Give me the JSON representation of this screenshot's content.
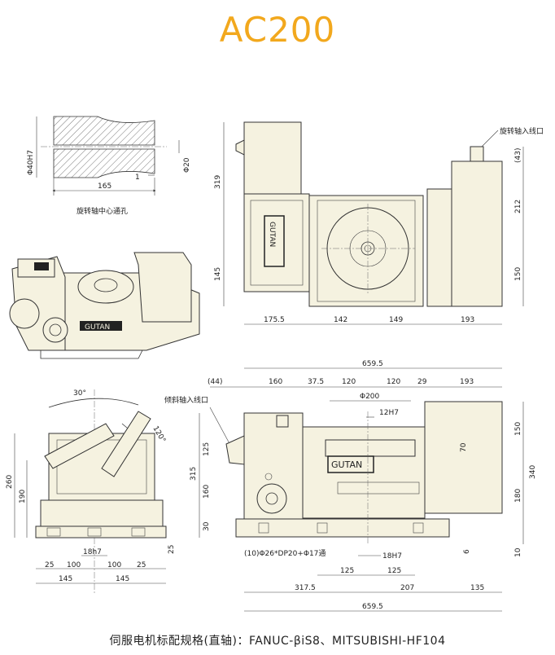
{
  "title": "AC200",
  "footer": "伺服电机标配规格(直轴)：FANUC-βiS8、MITSUBISHI-HF104",
  "bore": {
    "caption": "旋转轴中心通孔",
    "dims": {
      "len": "165",
      "small": "1",
      "d_left": "Φ40H7",
      "d_right": "Φ20"
    }
  },
  "top_view": {
    "label_cable": "旋转轴入线口",
    "dims": {
      "h319": "319",
      "h145": "145",
      "w175": "175.5",
      "w142": "142",
      "w149": "149",
      "w193": "193",
      "r43": "(43)",
      "r212": "212",
      "r150": "150"
    },
    "brand": "GUTAN"
  },
  "front_view": {
    "label_cable": "倾斜轴入线口",
    "hole_note": "(10)Φ26*DP20+Φ17通",
    "dims": {
      "total_top": "659.5",
      "t44": "(44)",
      "t160": "160",
      "t375": "37.5",
      "t120a": "120",
      "t120b": "120",
      "t29": "29",
      "t193": "193",
      "d200": "Φ200",
      "h12": "12H7",
      "h70": "70",
      "l125": "125",
      "l315": "315",
      "l160": "160",
      "l30": "30",
      "r150": "150",
      "r180": "180",
      "r340": "340",
      "r10": "10",
      "r6": "6",
      "b18": "18H7",
      "b125a": "125",
      "b125b": "125",
      "b3175": "317.5",
      "b207": "207",
      "b135": "135",
      "total_bot": "659.5"
    },
    "brand": "GUTAN"
  },
  "side_view": {
    "dims": {
      "a30": "30°",
      "a120": "120°",
      "h260": "260",
      "h190": "190",
      "b18": "18h7",
      "b25a": "25",
      "b100a": "100",
      "b100b": "100",
      "b25b": "25",
      "b145a": "145",
      "b145b": "145",
      "r25": "25"
    }
  },
  "colors": {
    "title": "#f2a81d",
    "body": "#f5f2e0",
    "line": "#333333"
  }
}
